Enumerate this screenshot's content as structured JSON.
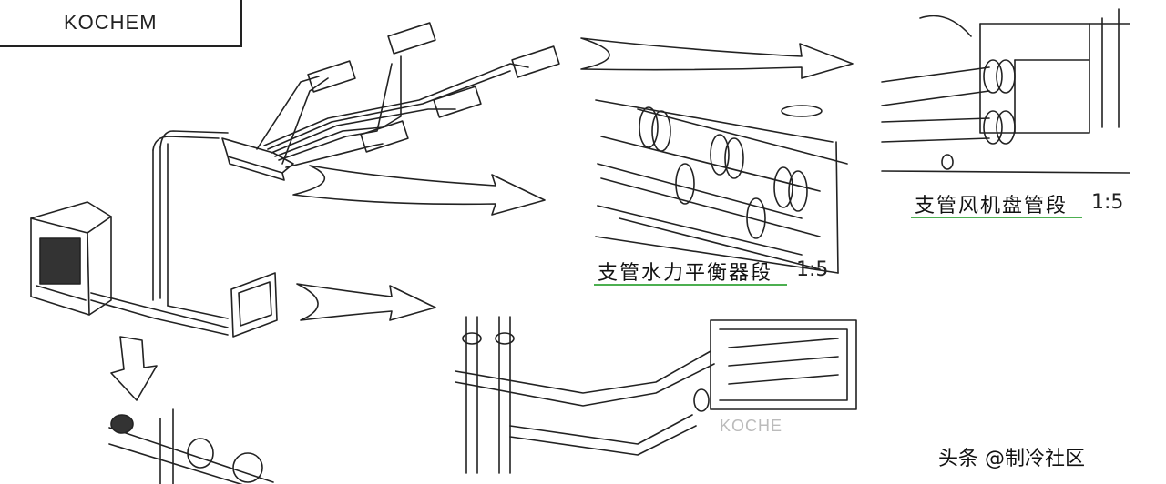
{
  "brand": {
    "name": "KOCHEM"
  },
  "sections": {
    "balancer": {
      "label": "支管水力平衡器段",
      "scale": "1:5"
    },
    "fan_coil": {
      "label": "支管风机盘管段",
      "scale": "1:5"
    }
  },
  "watermark": {
    "text": "头条 @制冷社区"
  },
  "faint_mark": {
    "text": "KOCHE"
  },
  "colors": {
    "line": "#222222",
    "accent_underline": "#4caf50",
    "background": "#ffffff"
  }
}
